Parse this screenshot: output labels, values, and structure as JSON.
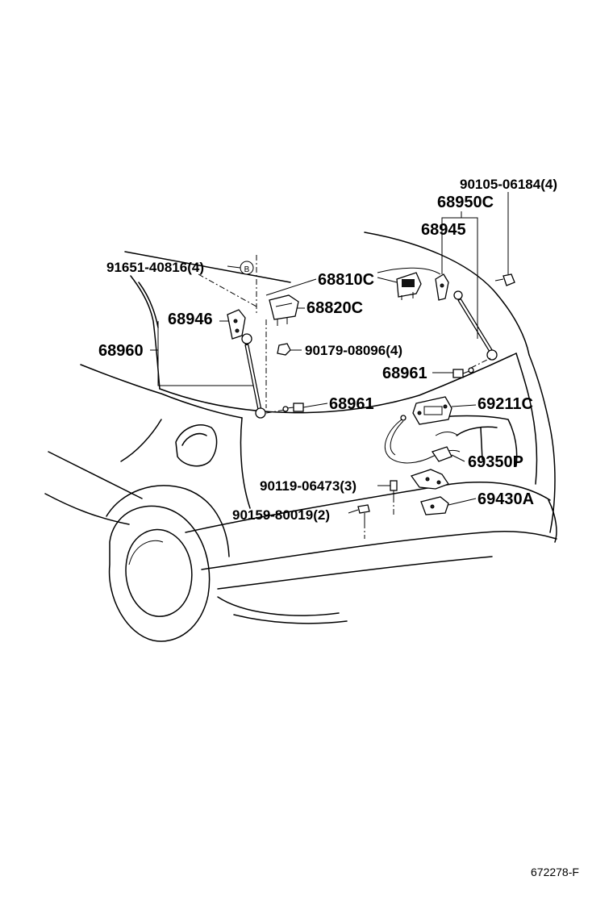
{
  "diagram": {
    "parts": [
      {
        "key": "p9010506184",
        "label": "90105-06184(4)"
      },
      {
        "key": "p68950c",
        "label": "68950C"
      },
      {
        "key": "p68945",
        "label": "68945"
      },
      {
        "key": "p9165140816",
        "label": "91651-40816(4)"
      },
      {
        "key": "p68810c",
        "label": "68810C"
      },
      {
        "key": "p68820c",
        "label": "68820C"
      },
      {
        "key": "p68946",
        "label": "68946"
      },
      {
        "key": "p68960",
        "label": "68960"
      },
      {
        "key": "p9017908096",
        "label": "90179-08096(4)"
      },
      {
        "key": "p68961a",
        "label": "68961"
      },
      {
        "key": "p68961b",
        "label": "68961"
      },
      {
        "key": "p69211c",
        "label": "69211C"
      },
      {
        "key": "p69350p",
        "label": "69350P"
      },
      {
        "key": "p9011906473",
        "label": "90119-06473(3)"
      },
      {
        "key": "p69430a",
        "label": "69430A"
      },
      {
        "key": "p9015980019",
        "label": "90159-80019(2)"
      }
    ],
    "marker_letter": "B",
    "figure_code": "672278-F"
  }
}
